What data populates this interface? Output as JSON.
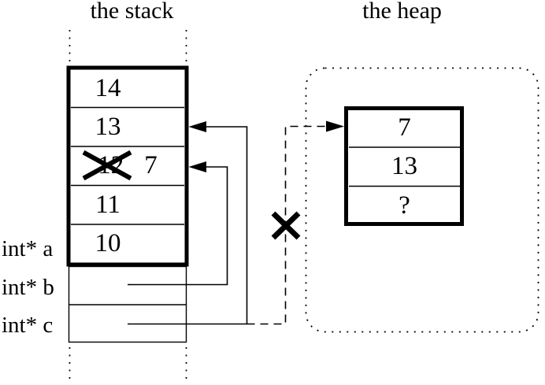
{
  "stack": {
    "title": "the stack",
    "cells": [
      {
        "value": "14"
      },
      {
        "value": "13"
      },
      {
        "old_value": "12",
        "new_value": "7",
        "crossed_out": true
      },
      {
        "value": "11"
      },
      {
        "value": "10"
      }
    ],
    "pointer_slots": [
      {
        "label": "int* a"
      },
      {
        "label": "int* b"
      },
      {
        "label": "int* c"
      }
    ]
  },
  "heap": {
    "title": "the heap",
    "cells": [
      {
        "value": "7"
      },
      {
        "value": "13"
      },
      {
        "value": "?"
      }
    ]
  },
  "annotations": {
    "stack_value_crossed_out": true,
    "heap_pointer_invalidated": true
  },
  "colors": {
    "ink": "#000000",
    "background": "#ffffff"
  }
}
